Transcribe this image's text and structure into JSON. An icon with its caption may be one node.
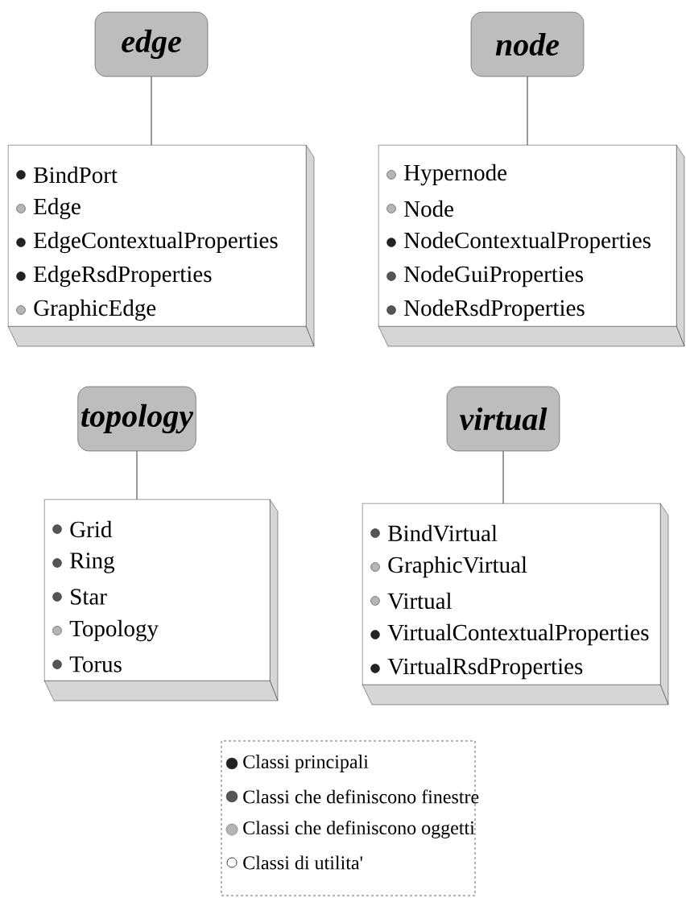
{
  "diagram": {
    "nodes": [
      {
        "text": [
          "edge"
        ]
      },
      {
        "text": [
          "node"
        ]
      },
      {
        "text": [],
        "shape": "box"
      },
      {
        "text": [
          "BindPort"
        ],
        "in": 2
      },
      {
        "text": [
          "Edge"
        ],
        "in": 2
      },
      {
        "text": [
          "EdgeContextualProperties"
        ],
        "in": 2
      },
      {
        "text": [
          "EdgeRsdProperties"
        ],
        "in": 2
      },
      {
        "text": [
          "GraphicEdge"
        ],
        "in": 2
      },
      {
        "text": [],
        "shape": "box"
      },
      {
        "text": [
          "Hypernode"
        ],
        "in": 8
      },
      {
        "text": [
          "Node"
        ],
        "in": 8
      },
      {
        "text": [
          "NodeContextualProperties"
        ],
        "in": 8
      },
      {
        "text": [
          "NodeGuiProperties"
        ],
        "in": 8
      },
      {
        "text": [
          "NodeRsdProperties"
        ],
        "in": 8
      },
      {
        "text": [
          "topology"
        ]
      },
      {
        "text": [
          "virtual"
        ]
      },
      {
        "text": [],
        "shape": "box"
      },
      {
        "text": [
          "Grid"
        ],
        "in": 16
      },
      {
        "text": [
          "Ring"
        ],
        "in": 16
      },
      {
        "text": [
          "Star"
        ],
        "in": 16
      },
      {
        "text": [
          "Topology"
        ],
        "in": 16
      },
      {
        "text": [
          "Torus"
        ],
        "in": 16
      },
      {
        "text": [],
        "shape": "box"
      },
      {
        "text": [
          "BindVirtual"
        ],
        "in": 22
      },
      {
        "text": [
          "GraphicVirtual"
        ],
        "in": 22
      },
      {
        "text": [
          "Virtual"
        ],
        "in": 22
      },
      {
        "text": [
          "VirtualContextualProperties"
        ],
        "in": 22
      },
      {
        "text": [
          "VirtualRsdProperties"
        ],
        "in": 22
      }
    ],
    "edges": [
      {
        "from": 0,
        "to": 2,
        "arrow": "none"
      },
      {
        "from": 1,
        "to": 8,
        "arrow": "none"
      },
      {
        "from": 14,
        "to": 16,
        "arrow": "none"
      },
      {
        "from": 15,
        "to": 22,
        "arrow": "none"
      }
    ],
    "legend": [
      {
        "text": "Classi principali",
        "color": "#222222"
      },
      {
        "text": "Classi che definiscono finestre",
        "color": "#555555"
      },
      {
        "text": "Classi che definiscono oggetti",
        "color": "#b5b5b5"
      },
      {
        "text": "Classi di utilita'"
      }
    ]
  }
}
